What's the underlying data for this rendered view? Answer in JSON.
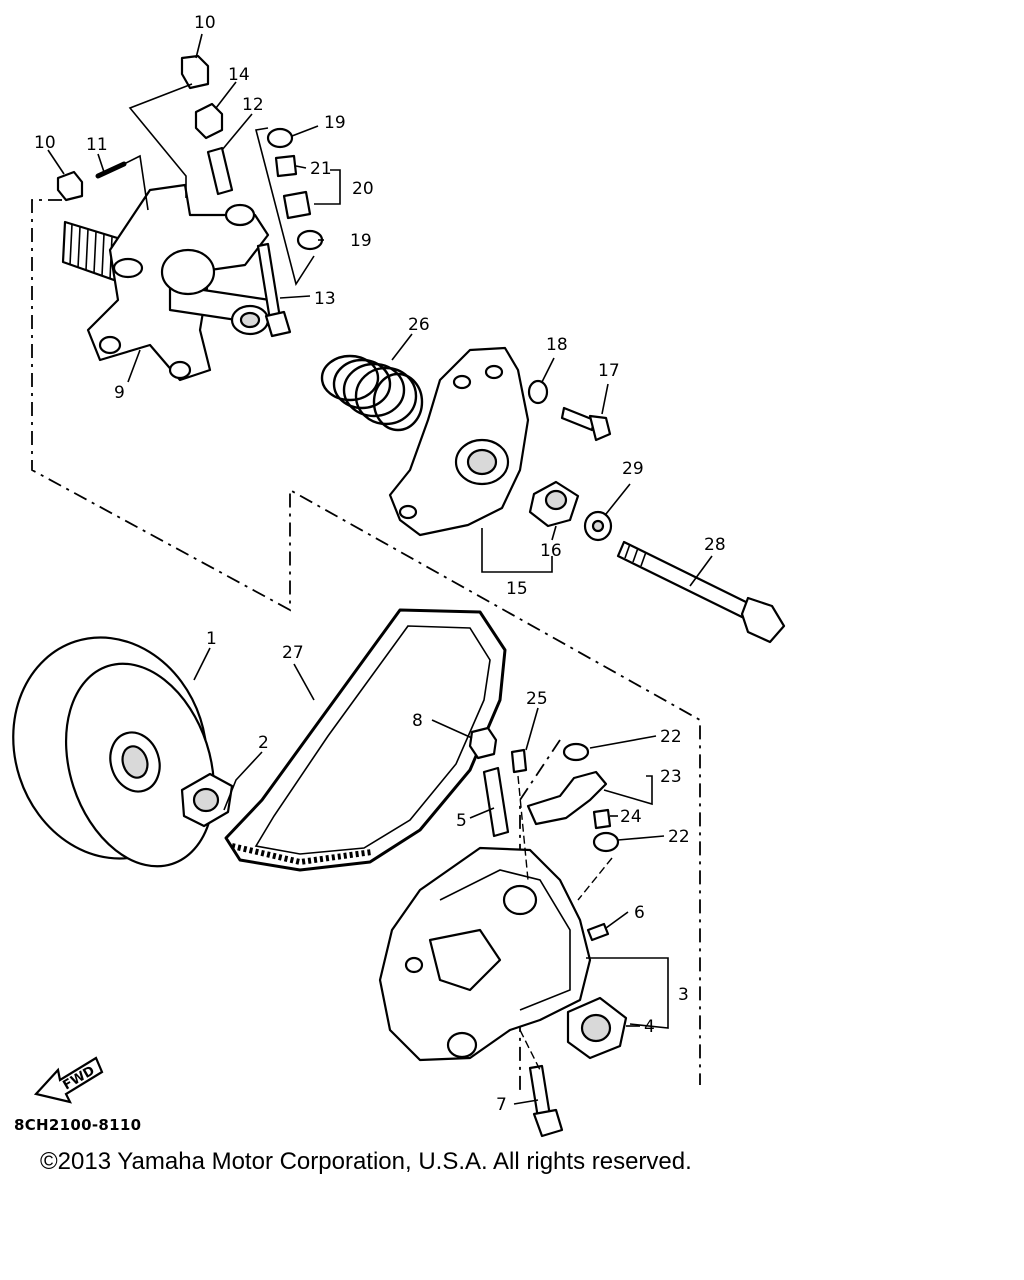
{
  "diagram": {
    "callouts": [
      {
        "id": "c10a",
        "text": "10"
      },
      {
        "id": "c14",
        "text": "14"
      },
      {
        "id": "c12",
        "text": "12"
      },
      {
        "id": "c19a",
        "text": "19"
      },
      {
        "id": "c10b",
        "text": "10"
      },
      {
        "id": "c11",
        "text": "11"
      },
      {
        "id": "c21",
        "text": "21"
      },
      {
        "id": "c20",
        "text": "20"
      },
      {
        "id": "c19b",
        "text": "19"
      },
      {
        "id": "c13",
        "text": "13"
      },
      {
        "id": "c9",
        "text": "9"
      },
      {
        "id": "c26",
        "text": "26"
      },
      {
        "id": "c18",
        "text": "18"
      },
      {
        "id": "c17",
        "text": "17"
      },
      {
        "id": "c29",
        "text": "29"
      },
      {
        "id": "c16",
        "text": "16"
      },
      {
        "id": "c15",
        "text": "15"
      },
      {
        "id": "c28",
        "text": "28"
      },
      {
        "id": "c1",
        "text": "1"
      },
      {
        "id": "c27",
        "text": "27"
      },
      {
        "id": "c2",
        "text": "2"
      },
      {
        "id": "c8",
        "text": "8"
      },
      {
        "id": "c25",
        "text": "25"
      },
      {
        "id": "c22a",
        "text": "22"
      },
      {
        "id": "c23",
        "text": "23"
      },
      {
        "id": "c5",
        "text": "5"
      },
      {
        "id": "c24",
        "text": "24"
      },
      {
        "id": "c22b",
        "text": "22"
      },
      {
        "id": "c6",
        "text": "6"
      },
      {
        "id": "c3",
        "text": "3"
      },
      {
        "id": "c4",
        "text": "4"
      },
      {
        "id": "c7",
        "text": "7"
      }
    ],
    "fwd_label": "FWD"
  },
  "footer": {
    "diagram_code": "8CH2100-8110",
    "copyright": "©2013 Yamaha Motor Corporation, U.S.A. All rights reserved."
  }
}
